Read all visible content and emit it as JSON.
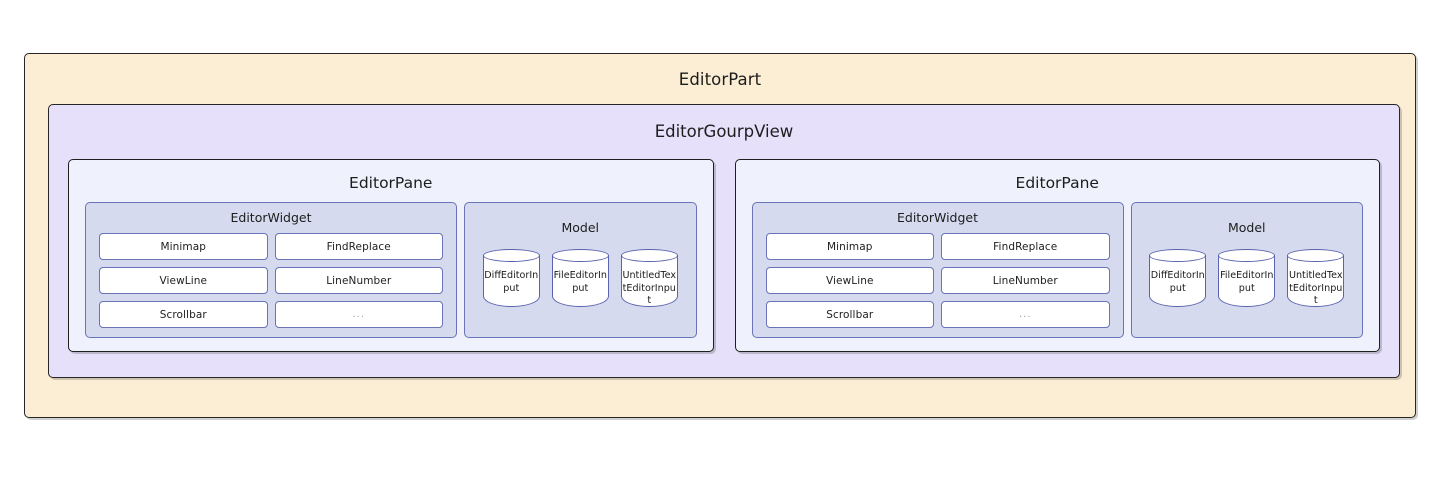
{
  "diagram": {
    "title": "EditorPart",
    "colors": {
      "page_background": "#ffffff",
      "editor_part_fill": "#fbeed4",
      "editor_group_view_fill": "#e6e0fa",
      "editor_pane_fill": "#eff2fc",
      "panel_fill": "#d5daee",
      "chip_fill": "#ffffff",
      "panel_border": "#6a72b8",
      "outer_border": "#262626",
      "text": "#1d1d1d",
      "muted_text": "#9aa0ae"
    },
    "group_view": {
      "title": "EditorGourpView",
      "panes": [
        {
          "title": "EditorPane",
          "widget": {
            "title": "EditorWidget",
            "items": [
              "Minimap",
              "FindReplace",
              "ViewLine",
              "LineNumber",
              "Scrollbar",
              "..."
            ]
          },
          "model": {
            "title": "Model",
            "stores": [
              "DiffEditorInput",
              "FileEditorInput",
              "UntitledTextEditorInput"
            ]
          }
        },
        {
          "title": "EditorPane",
          "widget": {
            "title": "EditorWidget",
            "items": [
              "Minimap",
              "FindReplace",
              "ViewLine",
              "LineNumber",
              "Scrollbar",
              "..."
            ]
          },
          "model": {
            "title": "Model",
            "stores": [
              "DiffEditorInput",
              "FileEditorInput",
              "UntitledTextEditorInput"
            ]
          }
        }
      ]
    }
  }
}
